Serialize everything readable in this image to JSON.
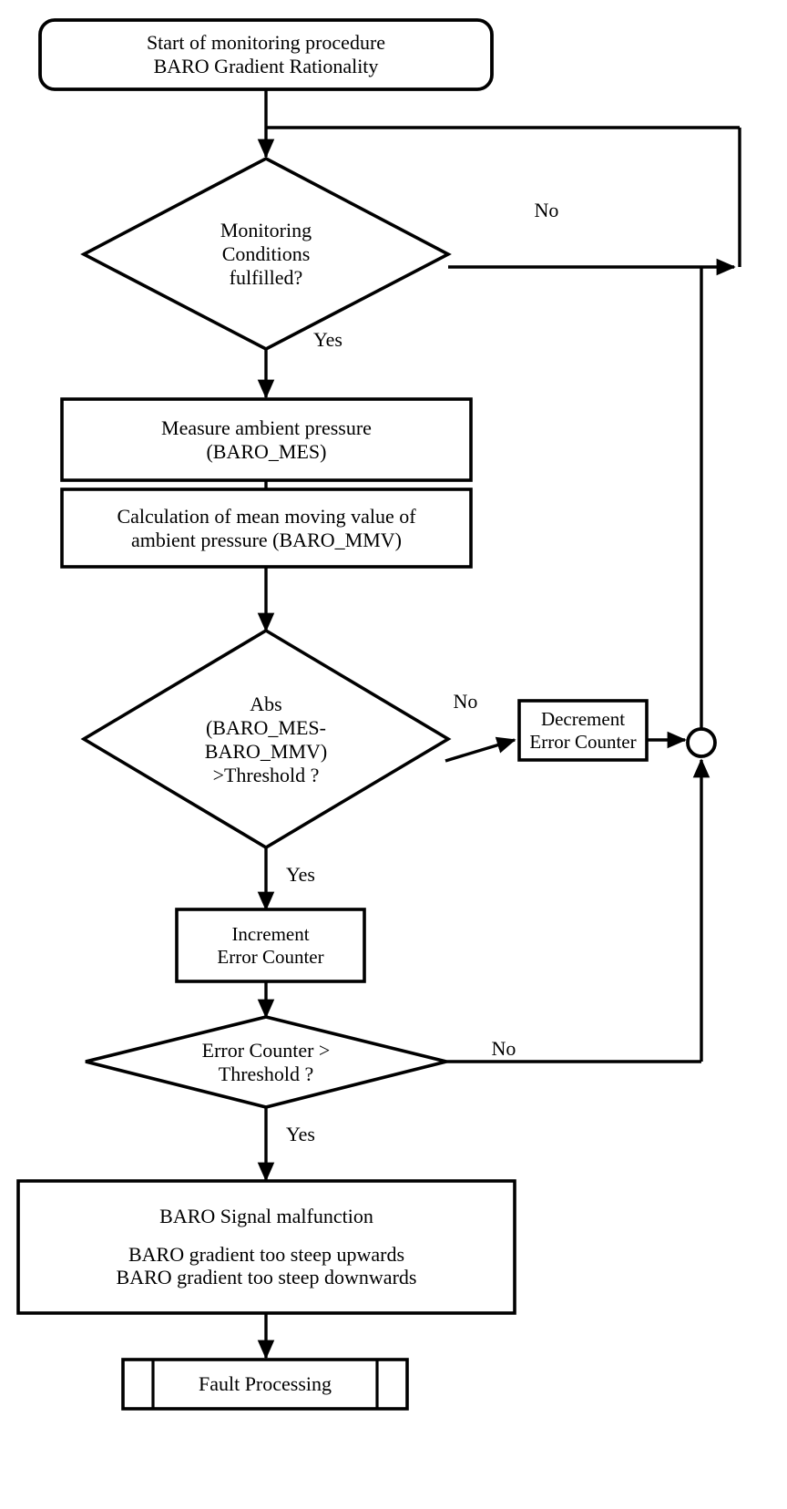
{
  "diagram": {
    "title": "BARO Gradient Rationality monitoring flowchart",
    "background_color": "#ffffff",
    "line_color": "#000000",
    "text_color": "#000000"
  },
  "nodes": {
    "start": {
      "shape": "rounded-rectangle",
      "lines": [
        "Start of monitoring procedure",
        "BARO Gradient Rationality"
      ]
    },
    "decision_conditions": {
      "shape": "diamond",
      "lines": [
        "Monitoring",
        "Conditions",
        "fulfilled?"
      ]
    },
    "measure": {
      "shape": "rectangle",
      "lines": [
        "Measure ambient pressure",
        "(BARO_MES)"
      ]
    },
    "calculation": {
      "shape": "rectangle",
      "lines": [
        "Calculation of mean moving value of",
        "ambient pressure (BARO_MMV)"
      ]
    },
    "decision_threshold": {
      "shape": "diamond",
      "lines": [
        "Abs",
        "(BARO_MES-",
        "BARO_MMV)",
        ">Threshold ?"
      ]
    },
    "decrement": {
      "shape": "rectangle",
      "lines": [
        "Decrement",
        "Error Counter"
      ]
    },
    "increment": {
      "shape": "rectangle",
      "lines": [
        "Increment",
        "Error Counter"
      ]
    },
    "decision_counter": {
      "shape": "diamond",
      "lines": [
        "Error Counter >",
        "Threshold ?"
      ]
    },
    "malfunction": {
      "shape": "rectangle",
      "line1": "BARO Signal malfunction",
      "line2": "BARO gradient too steep upwards",
      "line3": "BARO gradient too steep downwards"
    },
    "fault_processing": {
      "shape": "predefined-process",
      "label": "Fault Processing"
    },
    "merge_junction": {
      "shape": "circle",
      "label": ""
    }
  },
  "edge_labels": {
    "conditions_no": "No",
    "conditions_yes": "Yes",
    "threshold_no": "No",
    "threshold_yes": "Yes",
    "counter_no": "No",
    "counter_yes": "Yes"
  }
}
